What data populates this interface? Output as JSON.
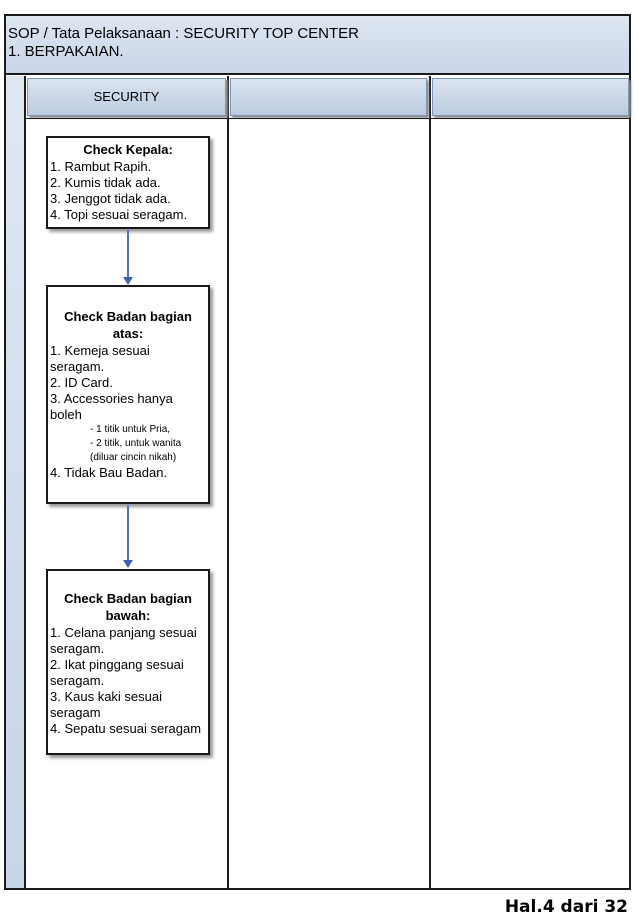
{
  "header": {
    "line1": "SOP / Tata Pelaksanaan : SECURITY TOP CENTER",
    "line2": "1. BERPAKAIAN."
  },
  "lanes": [
    {
      "label": "SECURITY"
    },
    {
      "label": ""
    },
    {
      "label": ""
    }
  ],
  "steps": [
    {
      "title": "Check Kepala:",
      "items": [
        "1. Rambut Rapih.",
        "2. Kumis tidak ada.",
        "3. Jenggot tidak ada.",
        "4. Topi sesuai seragam."
      ]
    },
    {
      "title_line1": "Check Badan bagian",
      "title_line2": "atas:",
      "items": [
        "1. Kemeja sesuai",
        "seragam.",
        "2. ID Card.",
        "3. Accessories hanya",
        "boleh"
      ],
      "sub_items": [
        "- 1 titik untuk Pria,",
        "- 2 titik, untuk wanita",
        "(diluar cincin nikah)"
      ],
      "last_item": "4. Tidak Bau Badan."
    },
    {
      "title_line1": "Check Badan bagian",
      "title_line2": "bawah:",
      "items": [
        "1. Celana panjang sesuai",
        "seragam.",
        "2. Ikat pinggang sesuai",
        "seragam.",
        "3. Kaus kaki sesuai",
        "seragam",
        "4. Sepatu sesuai seragam"
      ]
    }
  ],
  "footer": {
    "page_label": "Hal.4 dari 32"
  }
}
